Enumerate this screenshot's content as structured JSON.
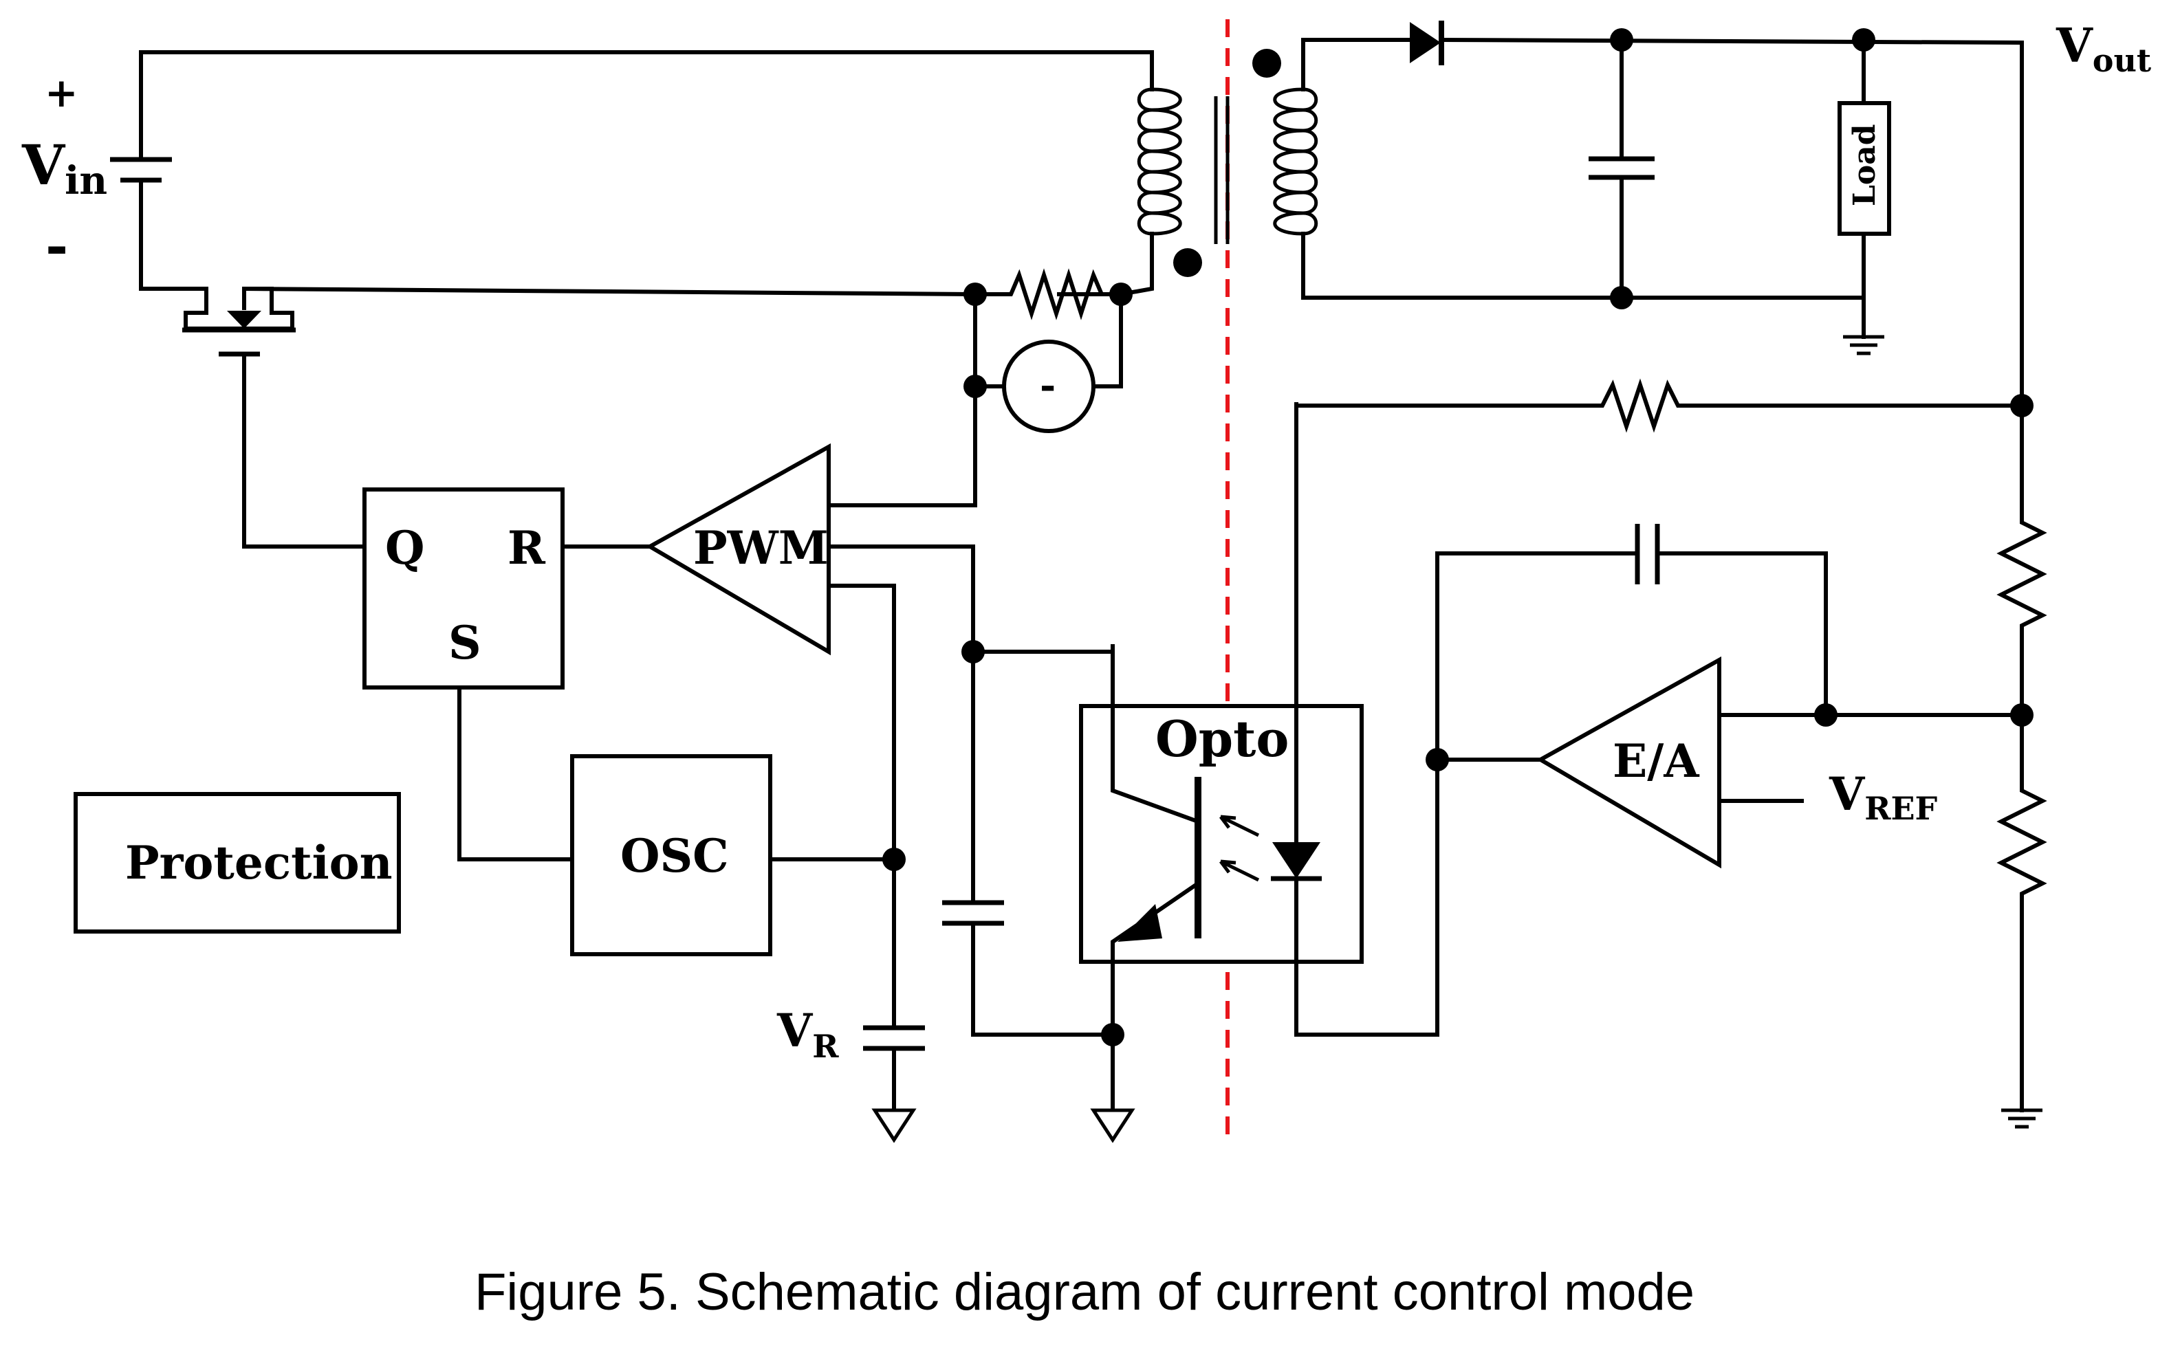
{
  "caption": "Figure 5. Schematic diagram of current control mode",
  "labels": {
    "vin_plus": "+",
    "vin_main": "V",
    "vin_sub": "in",
    "vin_minus": "-",
    "vout_main": "V",
    "vout_sub": "out",
    "load": "Load",
    "sense_source": "-",
    "q": "Q",
    "r": "R",
    "s": "S",
    "pwm": "PWM",
    "osc": "OSC",
    "protection": "Protection",
    "opto": "Opto",
    "ea": "E/A",
    "vref_main": "V",
    "vref_sub": "REF",
    "vr_main": "V",
    "vr_sub": "R"
  },
  "colors": {
    "wire": "#000000",
    "isolation": "#e8161b",
    "background": "#ffffff"
  }
}
